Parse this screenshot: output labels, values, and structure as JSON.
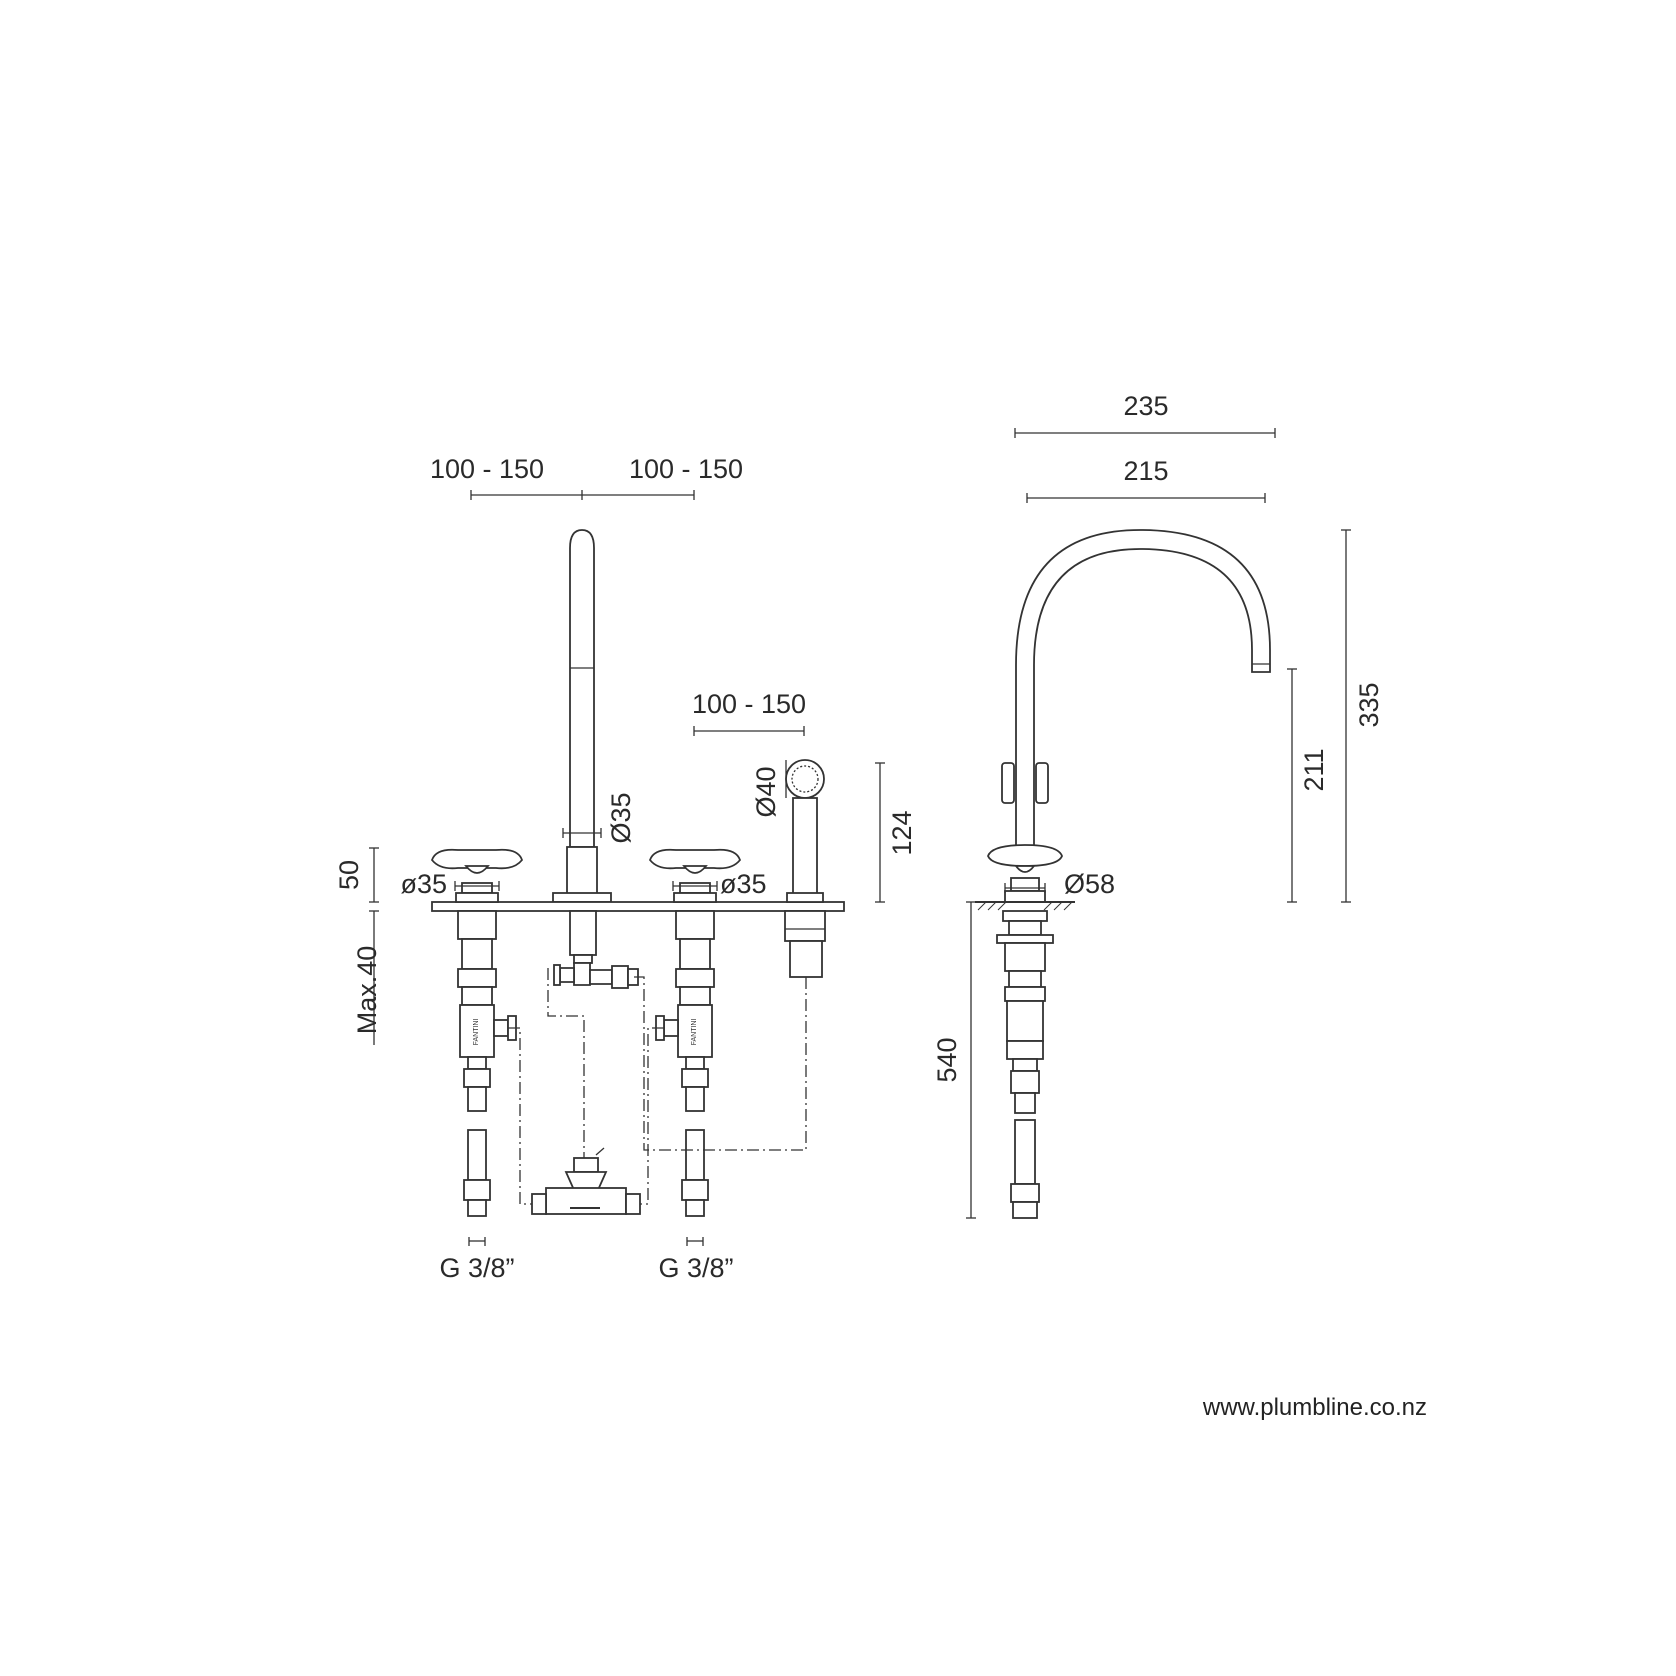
{
  "front_view": {
    "spacing_left": "100 - 150",
    "spacing_right": "100 - 150",
    "spacing_shower": "100 - 150",
    "spout_diameter": "Ø35",
    "shower_diameter": "Ø40",
    "shower_height": "124",
    "handle_left_diameter": "ø35",
    "handle_right_diameter": "ø35",
    "handle_height": "50",
    "deck_max": "Max.40",
    "connection_left": "G 3/8”",
    "connection_right": "G 3/8”",
    "brand_mark": "FANTINI"
  },
  "side_view": {
    "reach_total": "235",
    "reach_spout": "215",
    "spout_height": "211",
    "total_height": "335",
    "base_diameter": "Ø58",
    "hose_length": "540"
  },
  "footer": {
    "website": "www.plumbline.co.nz"
  }
}
